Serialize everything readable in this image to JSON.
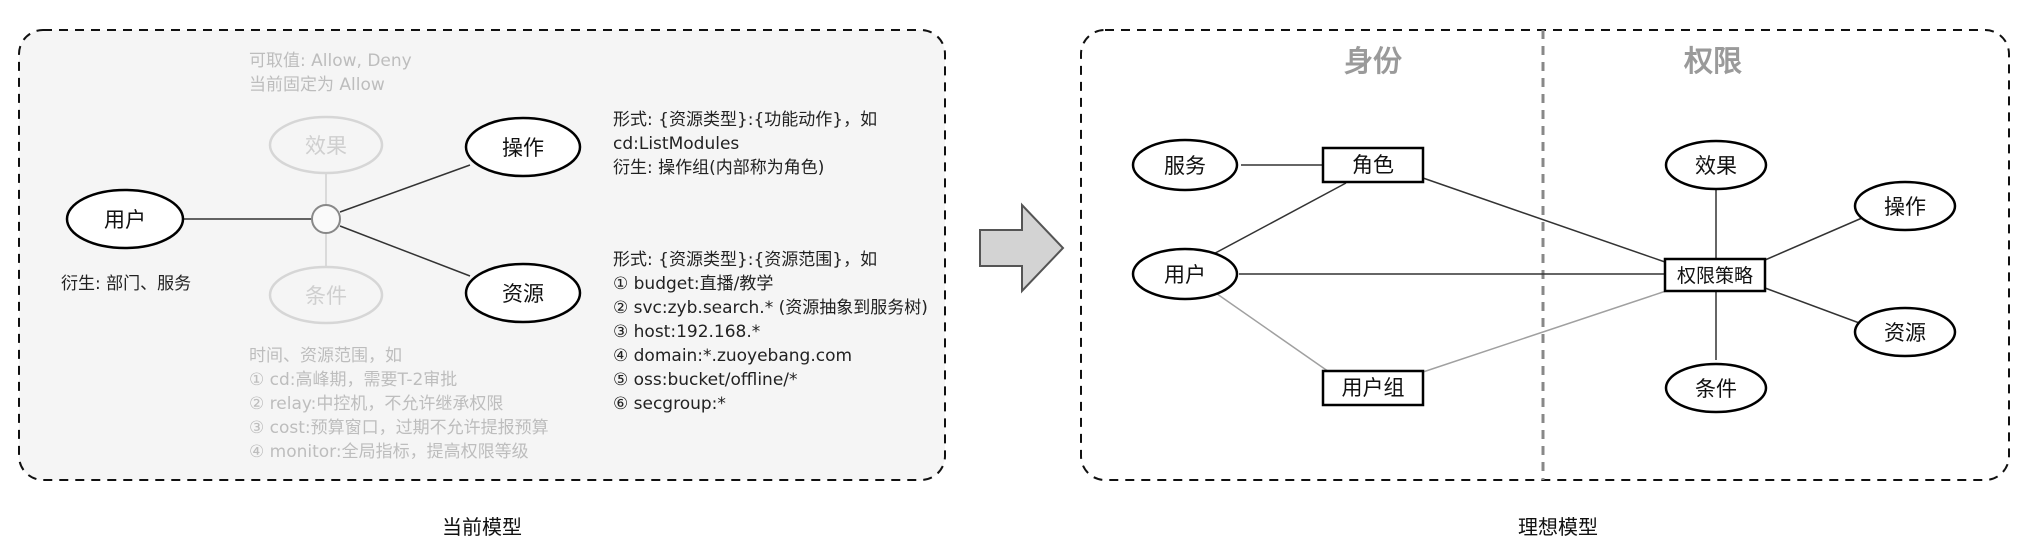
{
  "current_model": {
    "caption": "当前模型",
    "nodes": {
      "user": "用户",
      "effect": "效果",
      "condition": "条件",
      "action": "操作",
      "resource": "资源"
    },
    "user_note": "衍生: 部门、服务",
    "effect_note": [
      "可取值: Allow, Deny",
      "当前固定为 Allow"
    ],
    "action_note": [
      "形式: {资源类型}:{功能动作}，如",
      "cd:ListModules",
      "衍生: 操作组(内部称为角色)"
    ],
    "resource_note": [
      "形式: {资源类型}:{资源范围}，如",
      "① budget:直播/教学",
      "② svc:zyb.search.* (资源抽象到服务树)",
      "③ host:192.168.*",
      "④ domain:*.zuoyebang.com",
      "⑤ oss:bucket/offline/*",
      "⑥ secgroup:*"
    ],
    "condition_note": [
      "时间、资源范围，如",
      "① cd:高峰期，需要T-2审批",
      "② relay:中控机，不允许继承权限",
      "③ cost:预算窗口，过期不允许提报预算",
      "④ monitor:全局指标，提高权限等级"
    ]
  },
  "ideal_model": {
    "caption": "理想模型",
    "identity_heading": "身份",
    "permission_heading": "权限",
    "nodes": {
      "service": "服务",
      "role": "角色",
      "user": "用户",
      "user_group": "用户组",
      "policy": "权限策略",
      "effect": "效果",
      "action": "操作",
      "resource": "资源",
      "condition": "条件"
    }
  }
}
